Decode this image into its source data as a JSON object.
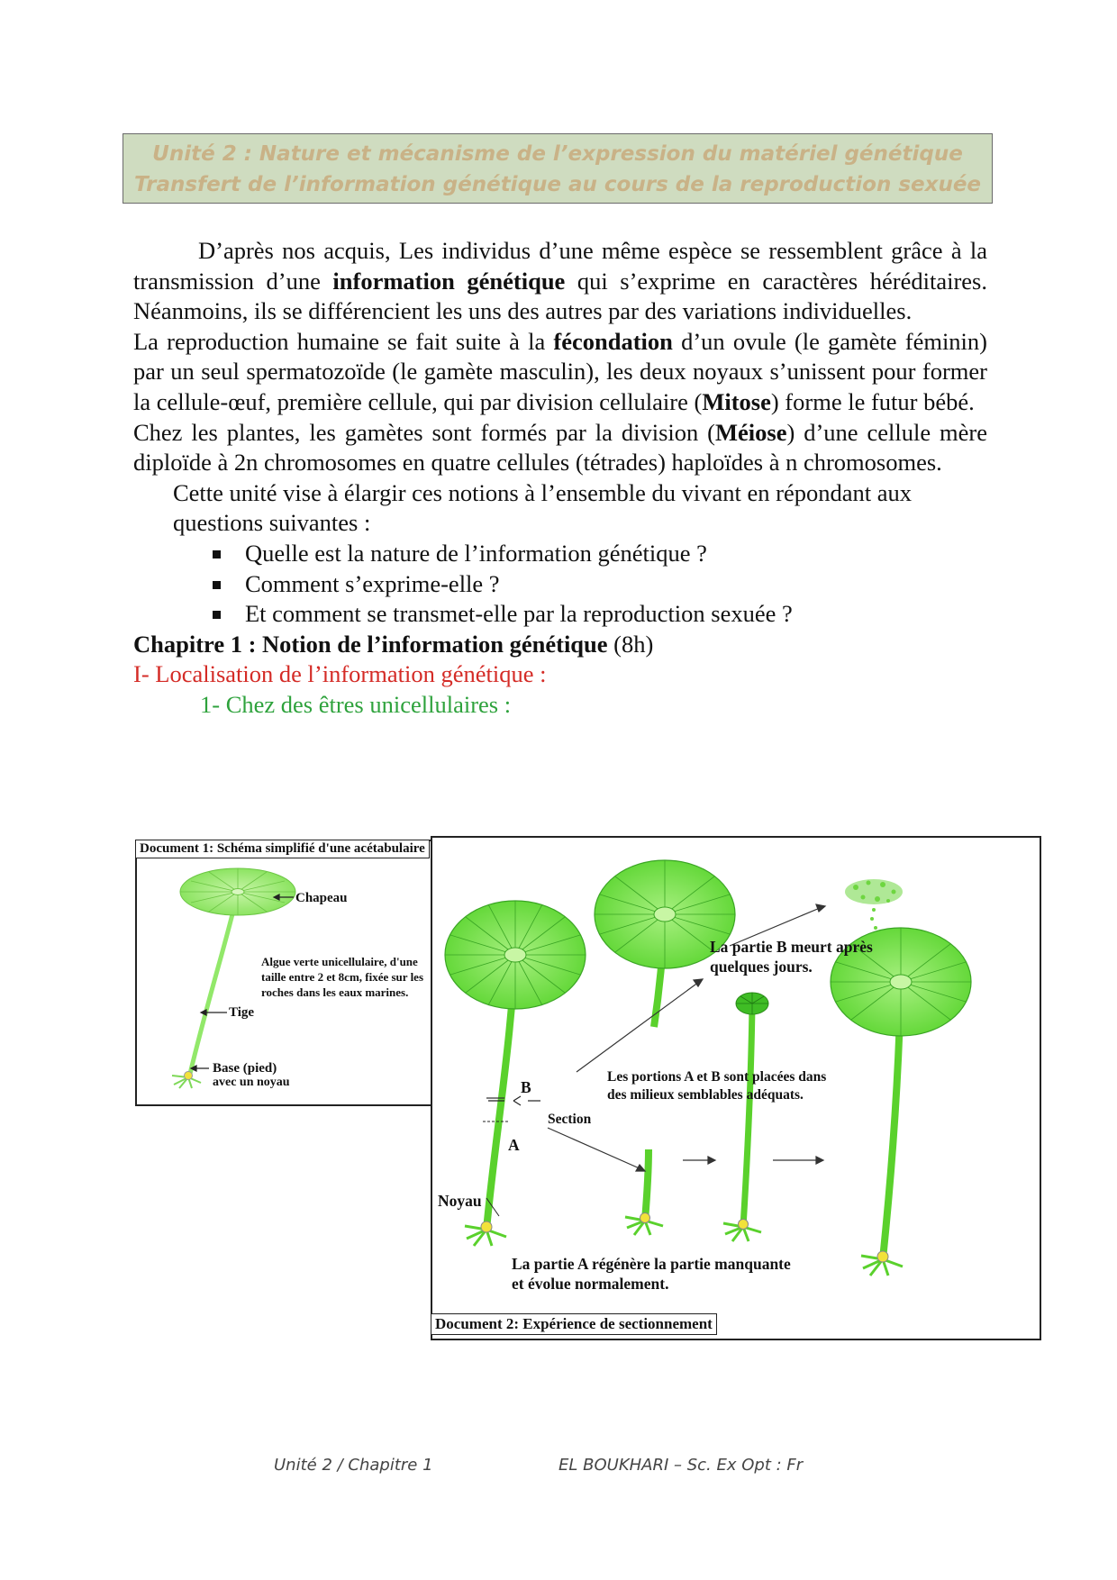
{
  "header": {
    "line1": "Unité 2 : Nature et mécanisme de l’expression du matériel génétique",
    "line2": "Transfert de l’information génétique au cours de la reproduction sexuée"
  },
  "intro": {
    "p1_a": "D’après nos acquis, Les individus d’une même espèce se ressemblent grâce à la transmission d’une ",
    "p1_bold": "information génétique",
    "p1_b": " qui s’exprime en caractères héréditaires. Néanmoins, ils se différencient les uns des autres par des variations individuelles.",
    "p2_a": "La reproduction humaine se fait suite à la ",
    "p2_bold": "fécondation",
    "p2_b": " d’un ovule (le gamète féminin) par un seul spermatozoïde (le gamète masculin), les deux noyaux s’unissent pour former la cellule-œuf, première cellule, qui par division cellulaire (",
    "p2_bold2": "Mitose",
    "p2_c": ") forme le futur bébé.",
    "p3_a": "Chez les plantes, les gamètes sont formés par la division (",
    "p3_bold": "Méiose",
    "p3_b": ") d’une cellule mère diploïde à 2n chromosomes en quatre cellules (tétrades) haploïdes à n chromosomes.",
    "p4": "Cette unité vise à élargir ces notions à l’ensemble du vivant en répondant aux questions suivantes :",
    "questions": [
      "Quelle est la nature de l’information génétique ?",
      "Comment s’exprime-elle ?",
      "Et comment se transmet-elle par la reproduction sexuée ?"
    ]
  },
  "chapter": {
    "title": "Chapitre 1 : Notion de l’information génétique",
    "duration": "(8h)"
  },
  "section": {
    "title": "I- Localisation de l’information génétique :"
  },
  "subsection": {
    "title": "1- Chez des êtres unicellulaires :"
  },
  "doc1": {
    "title": "Document 1: Schéma simplifié d'une acétabulaire",
    "chapeau": "Chapeau",
    "desc": [
      "Algue verte unicellulaire, d'une",
      "taille entre 2 et 8cm, fixée sur les",
      "roches dans les eaux marines."
    ],
    "tige": "Tige",
    "base": "Base (pied)",
    "base2": "avec un noyau"
  },
  "doc2": {
    "title": "Document 2: Expérience de sectionnement",
    "b_dies": [
      "La partie B meurt après",
      "quelques jours."
    ],
    "portions": [
      "Les portions A et B sont placées dans",
      "des milieux semblables adéquats."
    ],
    "label_b": "B",
    "label_a": "A",
    "section": "Section",
    "noyau": "Noyau",
    "a_regen": [
      "La partie A régénère la partie manquante",
      "et évolue normalement."
    ]
  },
  "footer": {
    "left": "Unité 2 / Chapitre 1",
    "right": "EL BOUKHARI – Sc. Ex Opt : Fr"
  },
  "colors": {
    "algae": "#7ee84a",
    "algae_dark": "#3aa524",
    "nucleus": "#f2e23a",
    "header_bg": "#cfdcc0",
    "red": "#d42b26",
    "green": "#2ea23c"
  }
}
